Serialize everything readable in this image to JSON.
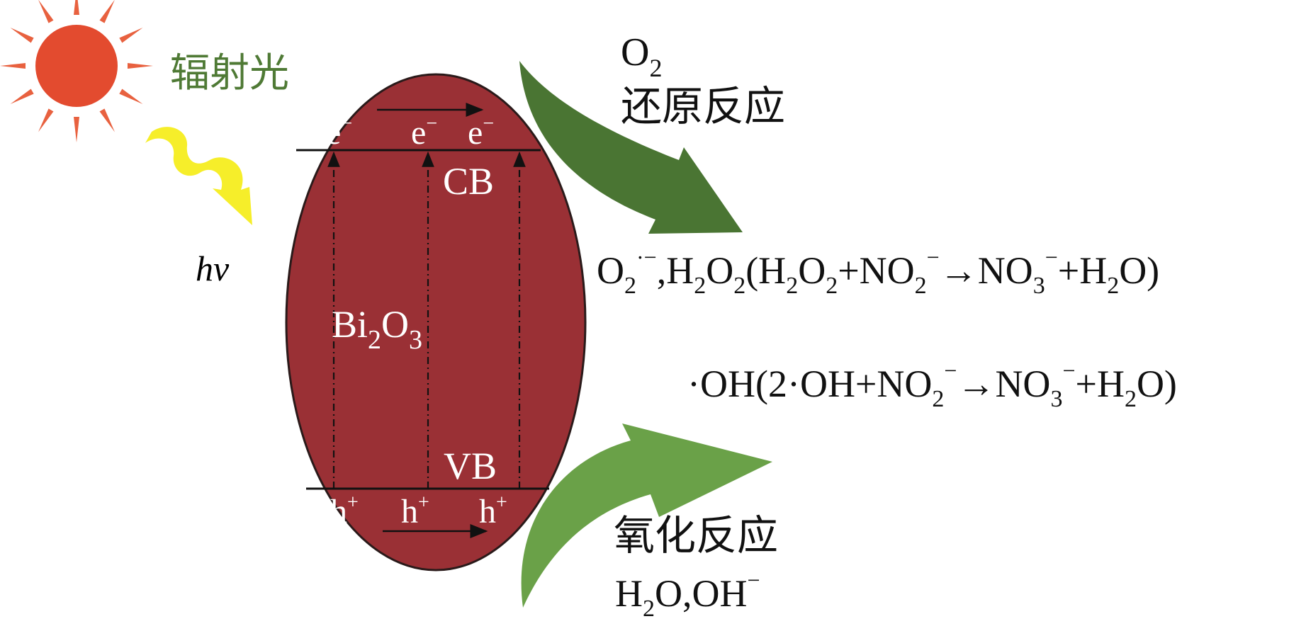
{
  "colors": {
    "particle_fill": "#9a3035",
    "particle_stroke": "#2a1a1a",
    "sun": "#e34b2f",
    "sun_ray": "#e8613f",
    "photon": "#f6ee2a",
    "arrow_green": "#4a7533",
    "arrow_green_light": "#6aa148",
    "label_green": "#4f7a35",
    "text_dark": "#111111"
  },
  "sun_label": "辐射光",
  "photon_label": {
    "main": "h",
    "sub": "v"
  },
  "particle": {
    "material": {
      "a": "Bi",
      "a_sub": "2",
      "b": "O",
      "b_sub": "3"
    },
    "cb_label": "CB",
    "vb_label": "VB",
    "electron": {
      "base": "e",
      "sup": "−"
    },
    "hole": {
      "base": "h",
      "sup": "+"
    }
  },
  "reduction": {
    "reactant": {
      "base": "O",
      "sub": "2"
    },
    "title": "还原反应",
    "products": {
      "p1": "O",
      "p1_sub": "2",
      "p1_sup": "·−",
      "p2": ",H",
      "p2_sub": "2",
      "p3": "O",
      "p3_sub": "2",
      "p4": "(H",
      "p4_sub": "2",
      "p5": "O",
      "p5_sub": "2",
      "p6": "+NO",
      "p6_sub": "2",
      "p6_sup": "−",
      "p7": "→NO",
      "p7_sub": "3",
      "p7_sup": "−",
      "p8": "+H",
      "p8_sub": "2",
      "p9": "O)"
    }
  },
  "oxidation": {
    "products": {
      "p1": "·OH(2·OH+NO",
      "p1_sub": "2",
      "p1_sup": "−",
      "p2": "→NO",
      "p2_sub": "3",
      "p2_sup": "−",
      "p3": "+H",
      "p3_sub": "2",
      "p4": "O)"
    },
    "title": "氧化反应",
    "reactants": {
      "r1": "H",
      "r1_sub": "2",
      "r2": "O,OH",
      "r2_sup": "−"
    }
  }
}
